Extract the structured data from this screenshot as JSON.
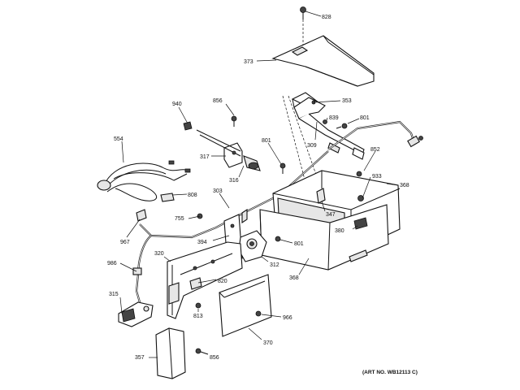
{
  "labels": {
    "l828": "828",
    "l373": "373",
    "l353": "353",
    "l801a": "801",
    "l839": "839",
    "l940": "940",
    "l856a": "856",
    "l309": "309",
    "l554": "554",
    "l317": "317",
    "l801b": "801",
    "l852": "852",
    "l316": "316",
    "l933": "933",
    "l368a": "368",
    "l303": "303",
    "l808": "808",
    "l755": "755",
    "l347": "347",
    "l380": "380",
    "l394": "394",
    "l801c": "801",
    "l967": "967",
    "l320": "320",
    "l312": "312",
    "l986": "986",
    "l368b": "368",
    "l820": "820",
    "l315": "315",
    "l813": "813",
    "l966": "966",
    "l370": "370",
    "l357": "357",
    "l856b": "856"
  },
  "art_no": "(ART NO. WB12113 C)"
}
